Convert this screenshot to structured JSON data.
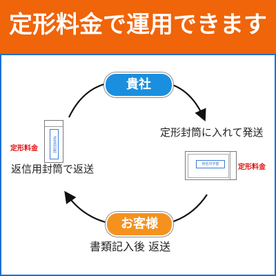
{
  "banner": {
    "title": "定形料金で運用できます",
    "color": "#f0640a"
  },
  "frame_color": "#1f6fcf",
  "nodes": {
    "top": {
      "label": "貴社",
      "color": "#1a8fe0"
    },
    "bottom": {
      "label": "お客様",
      "color": "#f5921e"
    }
  },
  "steps": {
    "right": "定形封筒に入れて発送",
    "bottom": "書類記入後 返送",
    "left": "返信用封筒で返送"
  },
  "price_tags": {
    "left": "定形料金",
    "right": "定形料金"
  },
  "envelopes": {
    "return_envelope_text": "返信用封筒",
    "outgoing_envelope_text": "宛名印字部"
  },
  "arrow_color": "#111111",
  "price_color": "#e31010"
}
